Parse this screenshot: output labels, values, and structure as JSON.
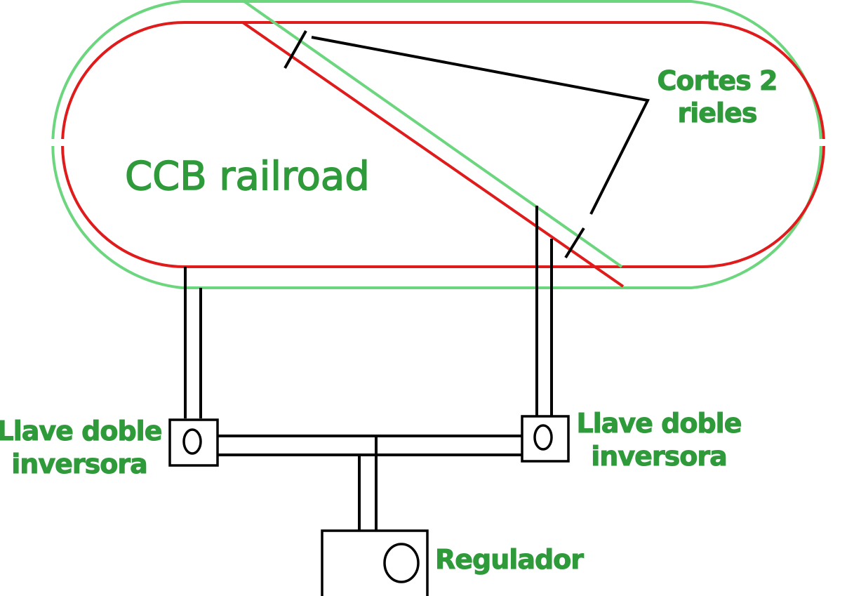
{
  "title": "CCB railroad",
  "labels": {
    "cuts_line1": "Cortes 2",
    "cuts_line2": "rieles",
    "switch_left_line1": "Llave doble",
    "switch_left_line2": "inversora",
    "switch_right_line1": "Llave doble",
    "switch_right_line2": "inversora",
    "regulator": "Regulador"
  },
  "colors": {
    "outer_rail": "#6cd67f",
    "inner_rail": "#e01b1b",
    "wire": "#000000",
    "label_text": "#2e9a3a"
  }
}
